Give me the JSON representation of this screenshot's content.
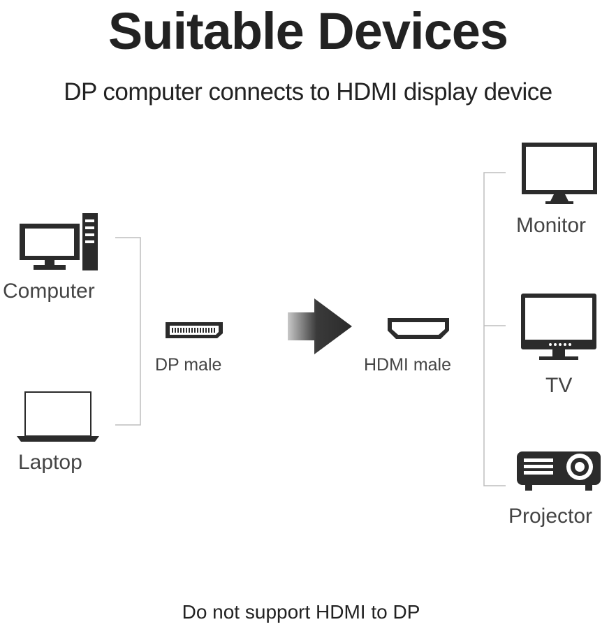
{
  "header": {
    "title": "Suitable Devices",
    "subtitle": "DP computer connects to HDMI display device"
  },
  "sources": [
    {
      "label": "Computer",
      "icon": "desktop-computer-icon"
    },
    {
      "label": "Laptop",
      "icon": "laptop-icon"
    }
  ],
  "connectors": {
    "input": {
      "label": "DP male",
      "icon": "displayport-connector-icon"
    },
    "arrow": {
      "icon": "arrow-right-icon"
    },
    "output": {
      "label": "HDMI male",
      "icon": "hdmi-connector-icon"
    }
  },
  "targets": [
    {
      "label": "Monitor",
      "icon": "monitor-icon"
    },
    {
      "label": "TV",
      "icon": "tv-icon"
    },
    {
      "label": "Projector",
      "icon": "projector-icon"
    }
  ],
  "footer": {
    "note": "Do not support HDMI to DP"
  },
  "colors": {
    "icon": "#2b2b2b",
    "connector_line": "#bdbdbd",
    "text": "#222222"
  }
}
